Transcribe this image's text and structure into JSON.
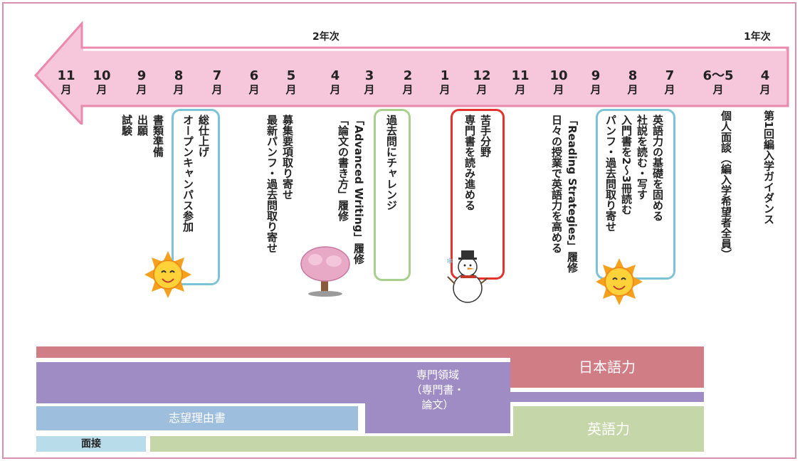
{
  "header": {
    "year2": "2年次",
    "year1": "1年次"
  },
  "months": [
    {
      "n": "11",
      "u": "月"
    },
    {
      "n": "10",
      "u": "月"
    },
    {
      "n": "9",
      "u": "月"
    },
    {
      "n": "8",
      "u": "月"
    },
    {
      "n": "7",
      "u": "月"
    },
    {
      "n": "6",
      "u": "月"
    },
    {
      "n": "5",
      "u": "月"
    },
    {
      "n": "4",
      "u": "月"
    },
    {
      "n": "3",
      "u": "月"
    },
    {
      "n": "2",
      "u": "月"
    },
    {
      "n": "1",
      "u": "月"
    },
    {
      "n": "12",
      "u": "月"
    },
    {
      "n": "11",
      "u": "月"
    },
    {
      "n": "10",
      "u": "月"
    },
    {
      "n": "9",
      "u": "月"
    },
    {
      "n": "8",
      "u": "月"
    },
    {
      "n": "7",
      "u": "月"
    },
    {
      "n": "6〜5",
      "u": "月"
    },
    {
      "n": "4",
      "u": "月"
    }
  ],
  "tasks": {
    "exam": [
      "書類準備",
      "出願",
      "試験"
    ],
    "finish": [
      "総仕上げ",
      "オープンキャンパス参加"
    ],
    "recruit": [
      "募集要項取り寄せ",
      "最新パンフ・過去問取り寄せ"
    ],
    "writing": [
      "「Advanced Writing」履修",
      "「論文の書き方」履修"
    ],
    "past": [
      "過去問にチャレンジ"
    ],
    "special": [
      "苦手分野",
      "専門書を読み進める"
    ],
    "reading": [
      "「Reading Strategies」履修",
      "日々の授業で英語力を高める"
    ],
    "english": [
      "英語力の基礎を固める",
      "社説を読む・写す",
      "入門書を2〜3冊読む",
      "パンフ・過去問取り寄せ"
    ],
    "interview": [
      "個人面談（編入学希望者全員）"
    ],
    "guidance": [
      "第1回編入学ガイダンス"
    ]
  },
  "blocks": {
    "japanese": "日本語力",
    "specialty": [
      "専門領域",
      "（専門書・",
      "論文）"
    ],
    "motivation": "志望理由書",
    "english": "英語力",
    "interview": "面接"
  },
  "colors": {
    "arrow": "#f6c6da",
    "arrow_border": "#e889ad",
    "japanese": "#d17d86",
    "purple": "#a08cc4",
    "blue": "#9dbedc",
    "green": "#c5d7a8",
    "lightblue": "#b9dcea"
  }
}
